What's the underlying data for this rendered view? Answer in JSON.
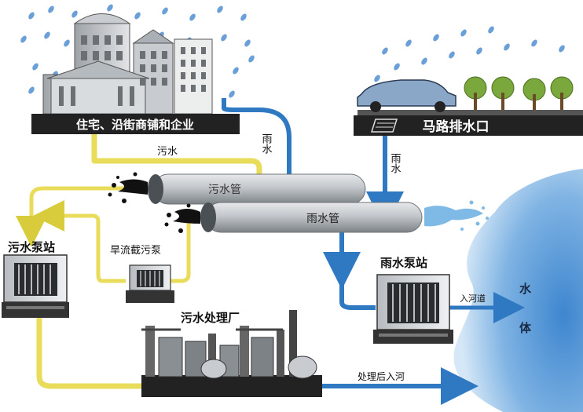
{
  "labels": {
    "residential": "住宅、沿街商铺和企业",
    "road_drain": "马路排水口",
    "sewage_flow": "污水",
    "rain_flow_1": "雨水",
    "rain_flow_2": "雨水",
    "sewage_pipe": "污水管",
    "rain_pipe": "雨水管",
    "sewage_pump_station": "污水泵站",
    "dry_weather_pump": "旱流截污泵",
    "rain_pump_station": "雨水泵站",
    "treatment_plant": "污水处理厂",
    "to_river": "入河道",
    "treated_to_river": "处理后入河",
    "water_body": "水体"
  },
  "colors": {
    "sewage_line": "#e8dc5a",
    "rain_line": "#2f78c2",
    "pipe_gray": "#b9bdc1",
    "water": "#6fa8dc",
    "dark_band": "#222222",
    "raindrop": "#6a9fd8",
    "tree": "#7aa83c"
  }
}
